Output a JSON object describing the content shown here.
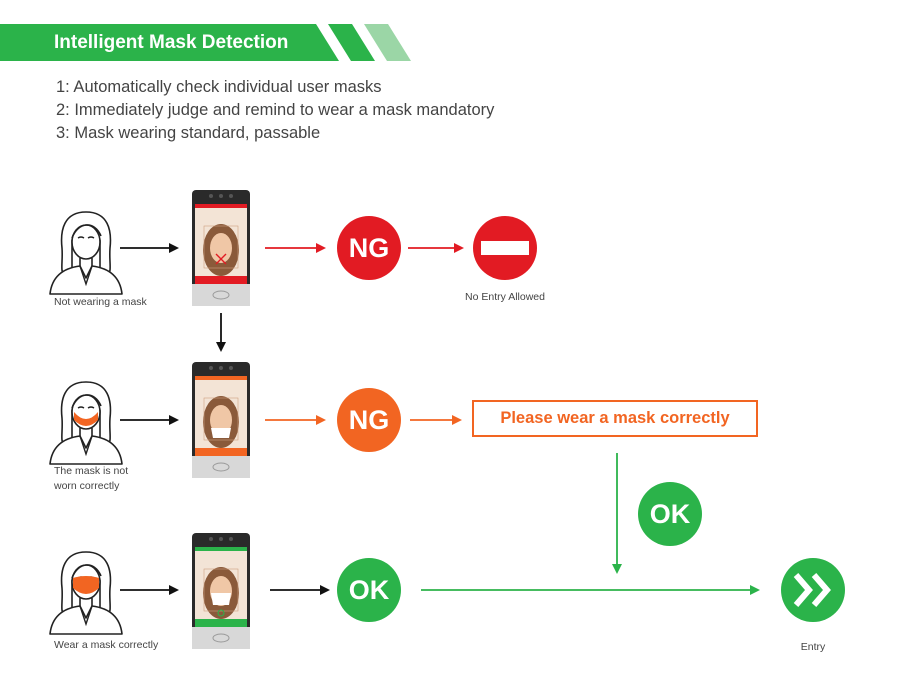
{
  "header": {
    "title": "Intelligent Mask Detection",
    "colors": {
      "primary": "#2bb34a",
      "light": "#9bd6a6"
    }
  },
  "features": [
    "1: Automatically check individual user masks",
    "2: Immediately judge and remind to wear a mask mandatory",
    "3: Mask wearing standard, passable"
  ],
  "flow": {
    "rows": [
      {
        "caption_lines": [
          "Not wearing a mask"
        ],
        "mask_state": "none",
        "result": "NG",
        "result_color": "#e21b23",
        "action": "No Entry Allowed",
        "action_icon": "no-entry-icon"
      },
      {
        "caption_lines": [
          "The mask is not",
          "worn correctly"
        ],
        "mask_state": "incorrect",
        "result": "NG",
        "result_color": "#f26522",
        "action": "Please wear a mask correctly"
      },
      {
        "caption_lines": [
          "Wear a mask correctly"
        ],
        "mask_state": "correct",
        "result": "OK",
        "result_color": "#2bb34a",
        "action": "Entry",
        "action_icon": "double-chevron-right-icon"
      }
    ],
    "retry_badge": "OK",
    "retry_color": "#2bb34a"
  }
}
